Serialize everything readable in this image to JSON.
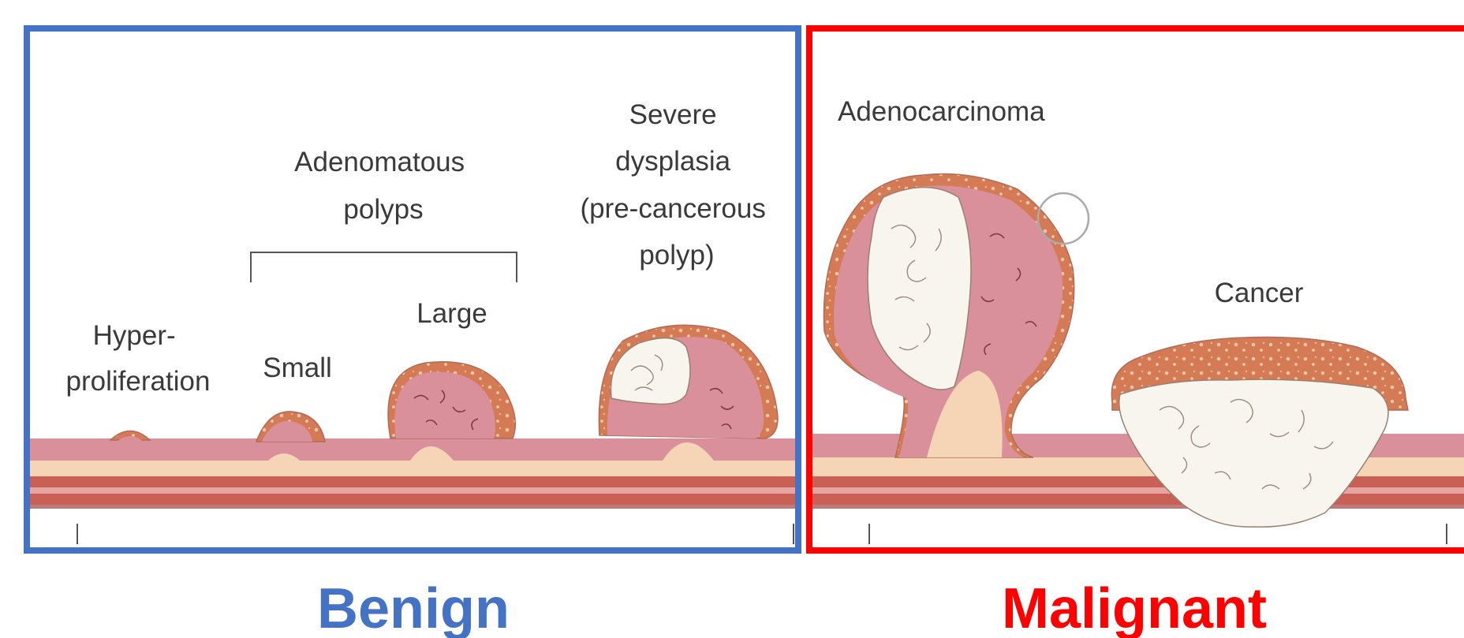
{
  "diagram": {
    "stage_labels": {
      "hyperproliferation": [
        "Hyper-",
        "proliferation"
      ],
      "adenomatous_polyps": [
        "Adenomatous",
        "polyps"
      ],
      "small": "Small",
      "large": "Large",
      "severe_dysplasia": [
        "Severe",
        "dysplasia",
        "(pre-cancerous",
        "polyp)"
      ],
      "adenocarcinoma": "Adenocarcinoma",
      "cancer": "Cancer"
    },
    "categories": {
      "benign": "Benign",
      "malignant": "Malignant"
    },
    "colors": {
      "benign": "#4472c4",
      "malignant": "#ff0000",
      "mucosa": "#d9909a",
      "submucosa": "#f5d5b5",
      "muscle": "#c86055",
      "tumor_crust": "#d47a55",
      "tumor_core": "#f8f4ee"
    }
  }
}
